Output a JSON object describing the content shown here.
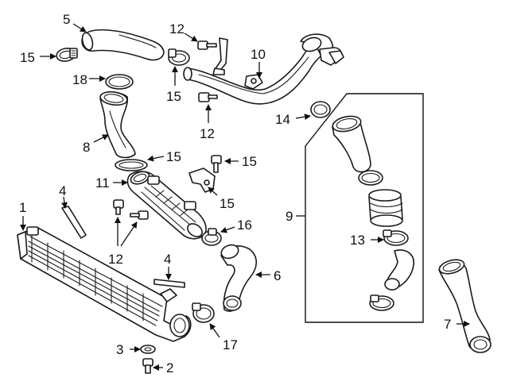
{
  "diagram": {
    "callouts": [
      {
        "id": "c1",
        "text": "1"
      },
      {
        "id": "c2",
        "text": "2"
      },
      {
        "id": "c3",
        "text": "3"
      },
      {
        "id": "c4a",
        "text": "4"
      },
      {
        "id": "c4b",
        "text": "4"
      },
      {
        "id": "c5",
        "text": "5"
      },
      {
        "id": "c6",
        "text": "6"
      },
      {
        "id": "c7",
        "text": "7"
      },
      {
        "id": "c8",
        "text": "8"
      },
      {
        "id": "c9",
        "text": "9"
      },
      {
        "id": "c10",
        "text": "10"
      },
      {
        "id": "c11",
        "text": "11"
      },
      {
        "id": "c12a",
        "text": "12"
      },
      {
        "id": "c12b",
        "text": "12"
      },
      {
        "id": "c12c",
        "text": "12"
      },
      {
        "id": "c13",
        "text": "13"
      },
      {
        "id": "c14",
        "text": "14"
      },
      {
        "id": "c15a",
        "text": "15"
      },
      {
        "id": "c15b",
        "text": "15"
      },
      {
        "id": "c15c",
        "text": "15"
      },
      {
        "id": "c15d",
        "text": "15"
      },
      {
        "id": "c15e",
        "text": "15"
      },
      {
        "id": "c16",
        "text": "16"
      },
      {
        "id": "c17",
        "text": "17"
      },
      {
        "id": "c18",
        "text": "18"
      }
    ]
  }
}
